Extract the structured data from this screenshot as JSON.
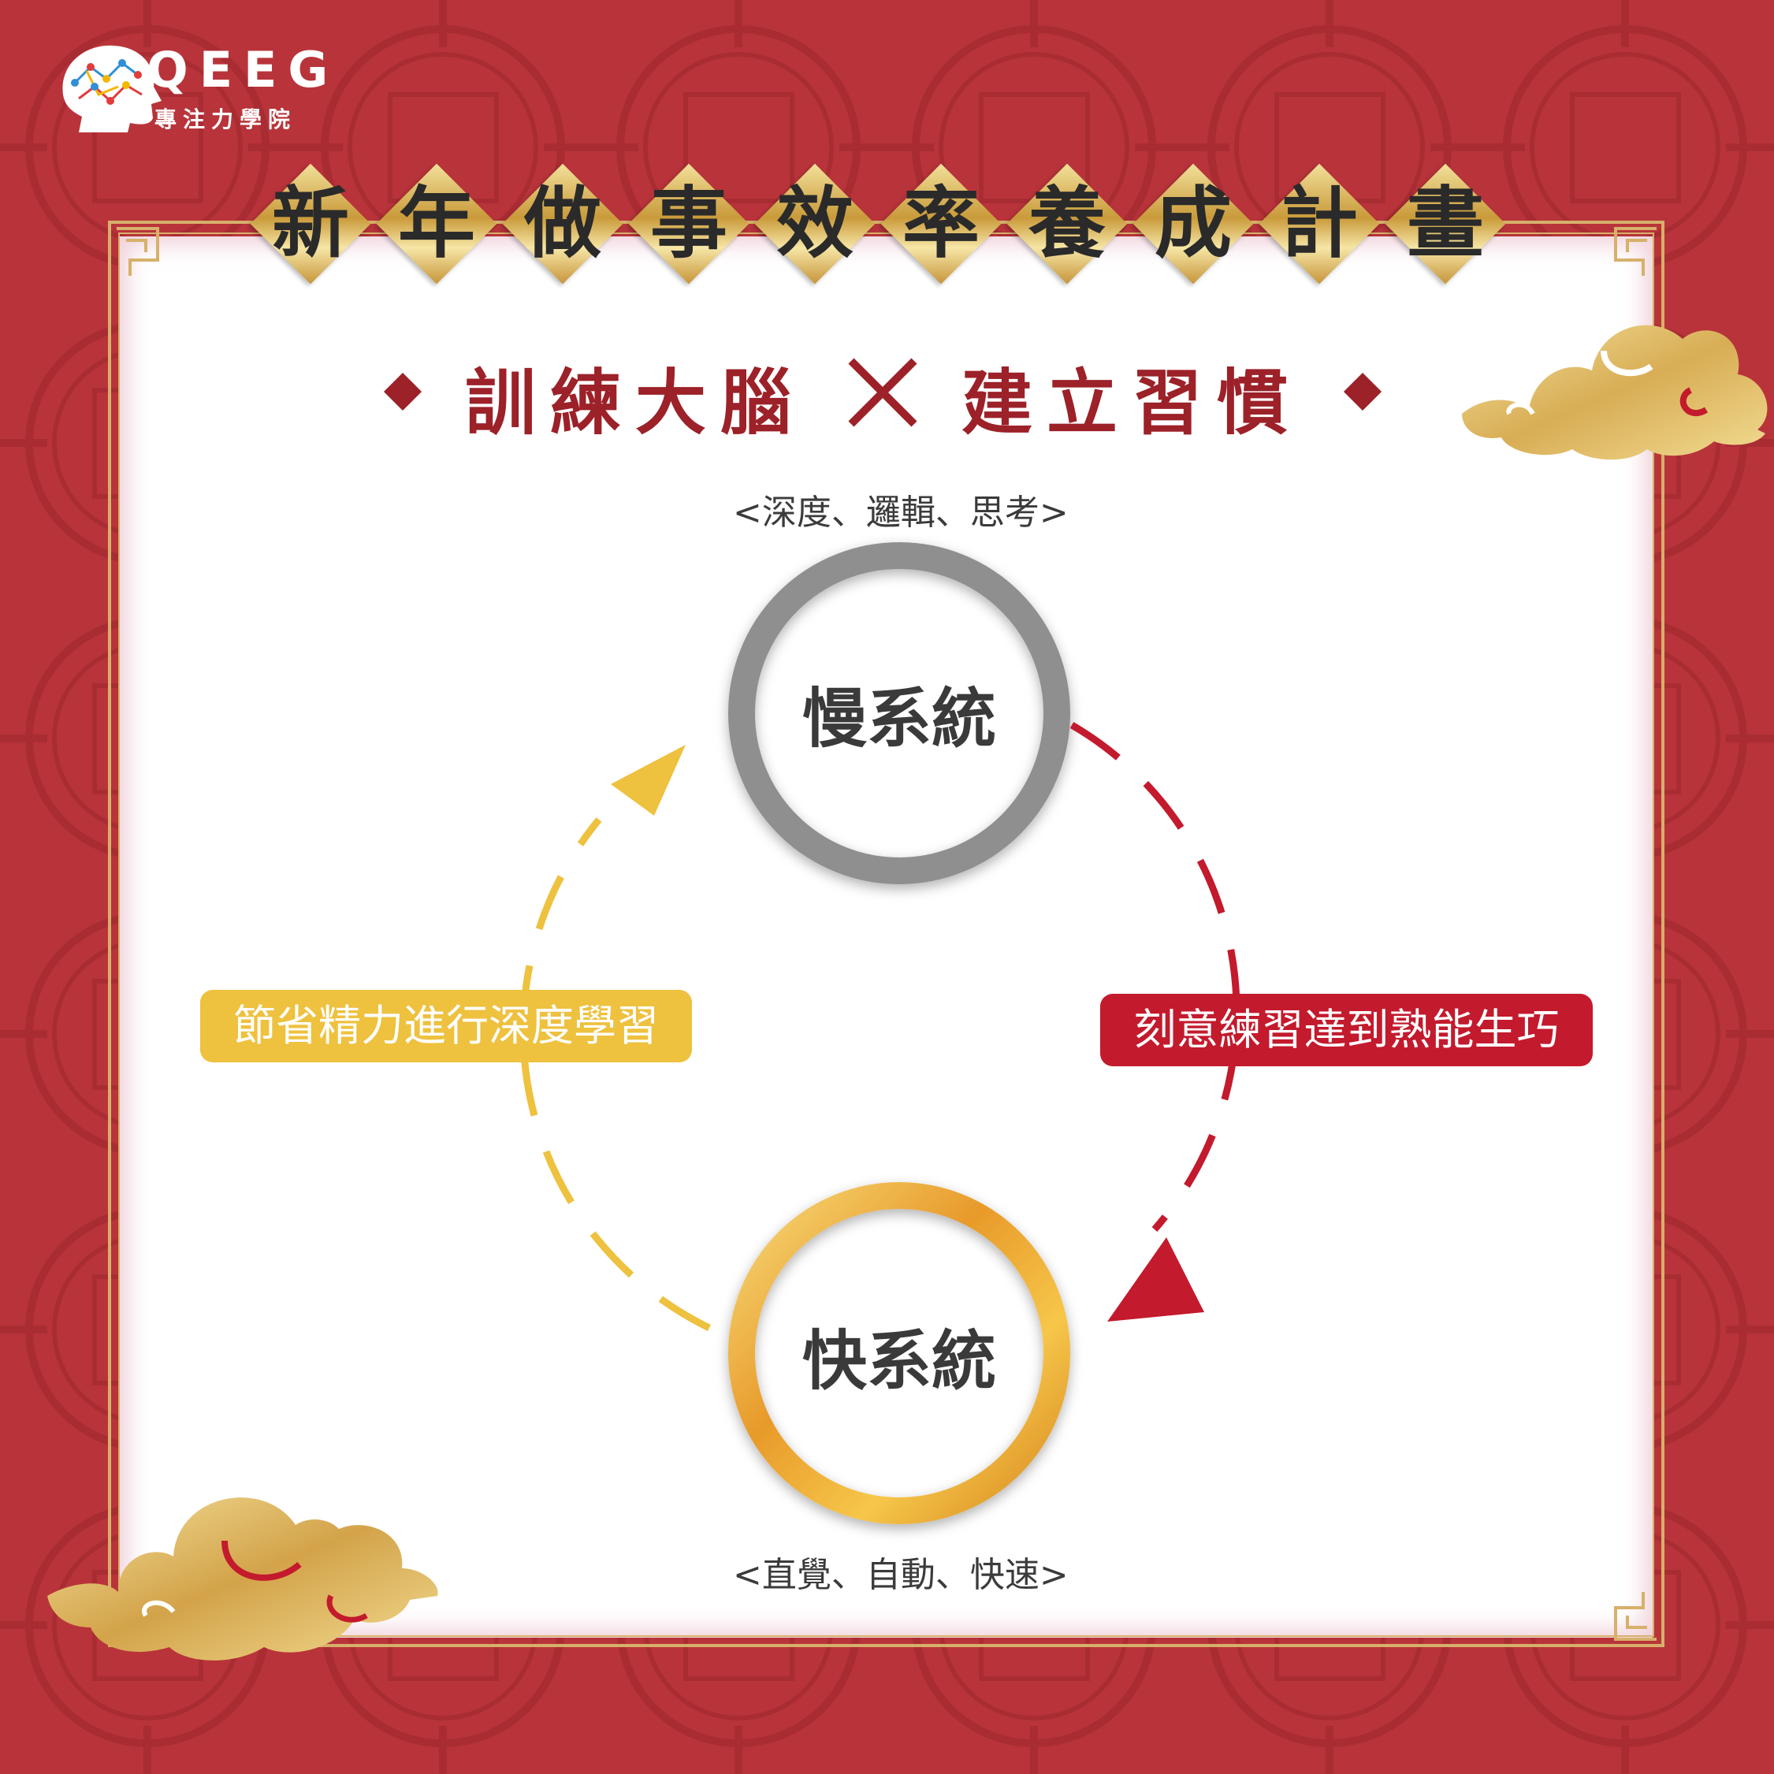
{
  "brand": {
    "name": "QEEG",
    "subtitle": "專注力學院"
  },
  "header": {
    "title_chars": [
      "新",
      "年",
      "做",
      "事",
      "效",
      "率",
      "養",
      "成",
      "計",
      "畫"
    ],
    "subtitle_left": "訓練大腦",
    "subtitle_right": "建立習慣"
  },
  "diagram": {
    "slow": {
      "label": "慢系統",
      "caption": "<深度、邏輯、思考>"
    },
    "fast": {
      "label": "快系統",
      "caption": "<直覺、自動、快速>"
    },
    "to_fast": {
      "label": "刻意練習達到熟能生巧",
      "color": "#c31a2d"
    },
    "to_slow": {
      "label": "節省精力進行深度學習",
      "color": "#eec13e"
    }
  },
  "colors": {
    "background": "#b8343a",
    "gold": "#d7b06a",
    "accent_red": "#9c2128"
  }
}
